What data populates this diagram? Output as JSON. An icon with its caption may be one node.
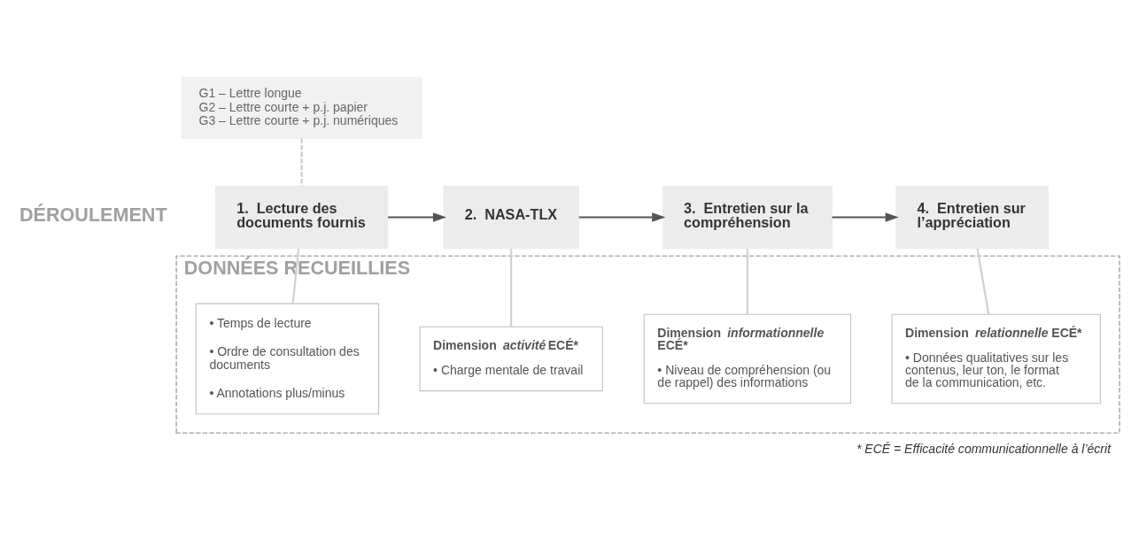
{
  "diagram": {
    "caption": "* ECÉ = Efficacité communicationnelle à l’écrit",
    "nodes": [
      {
        "text": [
          "G1 – Lettre longue",
          "G2 – Lettre courte + p.j. papier",
          "G3 – Lettre courte + p.j. numériques"
        ]
      },
      {
        "text": [
          "1.  Lecture des documents fournis"
        ]
      },
      {
        "text": [
          "2.  NASA-TLX"
        ]
      },
      {
        "text": [
          "3.  Entretien sur la compréhension"
        ]
      },
      {
        "text": [
          "4.  Entretien sur l’appréciation"
        ]
      },
      {
        "text": [
          "DONNÉES RECUEILLIES"
        ]
      },
      {
        "text": [
          "• Temps de lecture",
          "• Ordre de consultation des documents",
          "• Annotations plus/minus"
        ],
        "in": 5
      },
      {
        "text": [
          "Dimension *activité* ECÉ*",
          "• Charge mentale de travail"
        ],
        "in": 5
      },
      {
        "text": [
          "Dimension *informationnelle* ECÉ*",
          "• Niveau de compréhension (ou de rappel) des informations"
        ],
        "in": 5
      },
      {
        "text": [
          "Dimension *relationnelle* ECÉ*",
          "• Données qualitatives sur les contenus, leur ton, le format de la communication, etc."
        ],
        "in": 5
      }
    ],
    "edges": [
      {
        "from": 0,
        "to": 1,
        "arrow": "none",
        "style": "dashed",
        "color": "#c8c8c8"
      },
      {
        "from": 1,
        "to": 2,
        "arrow": "to",
        "color": "#555555"
      },
      {
        "from": 2,
        "to": 3,
        "arrow": "to",
        "color": "#555555"
      },
      {
        "from": 3,
        "to": 4,
        "arrow": "to",
        "color": "#555555"
      },
      {
        "from": 1,
        "to": 6,
        "arrow": "none",
        "color": "#d0d0d0"
      },
      {
        "from": 2,
        "to": 7,
        "arrow": "none",
        "color": "#d0d0d0"
      },
      {
        "from": 3,
        "to": 8,
        "arrow": "none",
        "color": "#d0d0d0"
      },
      {
        "from": 4,
        "to": 9,
        "arrow": "none",
        "color": "#d0d0d0"
      }
    ],
    "labels": [
      "DÉROULEMENT"
    ]
  }
}
